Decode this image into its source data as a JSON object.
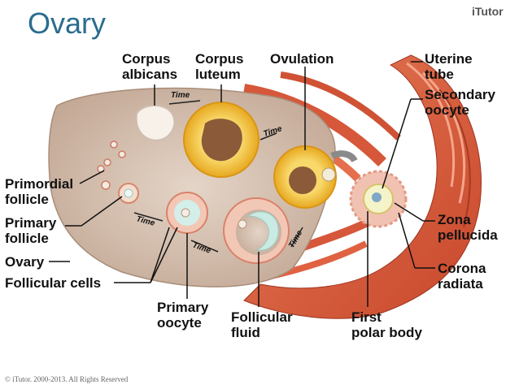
{
  "slide": {
    "title": "Ovary",
    "brand": "iTutor",
    "footer": "© iTutor. 2000-2013. All Rights Reserved"
  },
  "labels": {
    "corpus_albicans": [
      "Corpus",
      "albicans"
    ],
    "corpus_luteum": [
      "Corpus",
      "luteum"
    ],
    "ovulation": "Ovulation",
    "uterine_tube": [
      "Uterine",
      "tube"
    ],
    "secondary_oocyte": [
      "Secondary",
      "oocyte"
    ],
    "primordial_follicle": [
      "Primordial",
      "follicle"
    ],
    "primary_follicle": [
      "Primary",
      "follicle"
    ],
    "ovary": "Ovary",
    "follicular_cells": "Follicular cells",
    "zona_pellucida": [
      "Zona",
      "pellucida"
    ],
    "corona_radiata": [
      "Corona",
      "radiata"
    ],
    "primary_oocyte": [
      "Primary",
      "oocyte"
    ],
    "follicular_fluid": [
      "Follicular",
      "fluid"
    ],
    "first_polar_body": [
      "First",
      "polar body"
    ]
  },
  "time_label": "Time",
  "colors": {
    "title": "#2a6c8f",
    "ovary_tissue": "#d7c3b2",
    "tube_muscle": "#d9603f",
    "luteum_yellow": "#f3c13a",
    "follicle_fluid": "#c9ebe4"
  }
}
